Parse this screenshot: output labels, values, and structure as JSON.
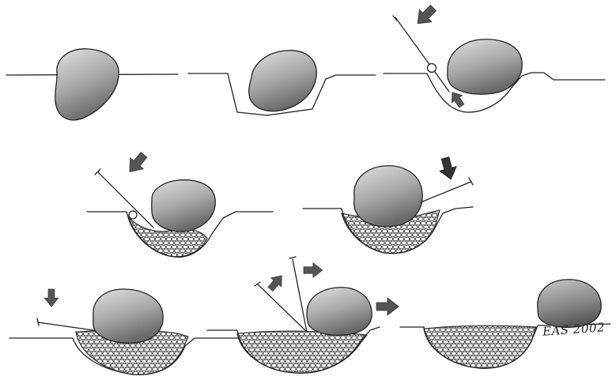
{
  "figure": {
    "type": "process-diagram",
    "panel_count": 8,
    "rows": [
      3,
      2,
      3
    ]
  },
  "colors": {
    "ink": "#222222",
    "rock_light": "#d8d8d8",
    "rock_dark": "#6a6a6a",
    "arrow": "#555555",
    "pebble_fill": "#f2f2f2"
  },
  "icons": [
    "arrow-icon",
    "lever-bar-icon",
    "fulcrum-pebble-icon",
    "boulder-icon",
    "pebble-fill-icon"
  ],
  "signature": {
    "text": "EAS 2002"
  }
}
